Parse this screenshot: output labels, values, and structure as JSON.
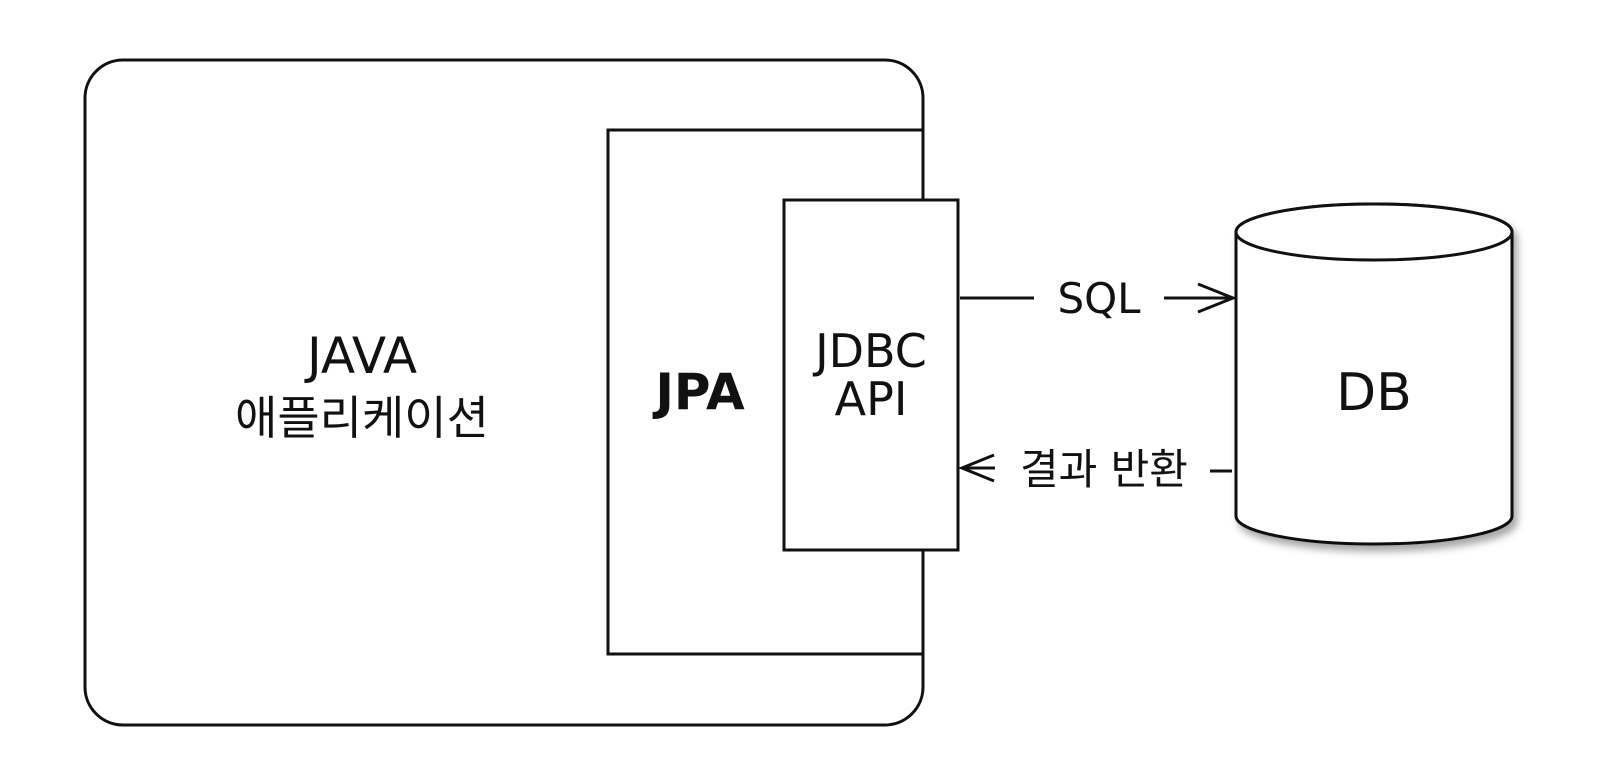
{
  "java_app": {
    "line1": "JAVA",
    "line2": "애플리케이션"
  },
  "jpa": {
    "label": "JPA"
  },
  "jdbc_api": {
    "line1": "JDBC",
    "line2": "API"
  },
  "db": {
    "label": "DB"
  },
  "arrows": {
    "request_label": "SQL",
    "response_label": "결과 반환"
  },
  "colors": {
    "stroke": "#111111",
    "background": "#ffffff"
  }
}
